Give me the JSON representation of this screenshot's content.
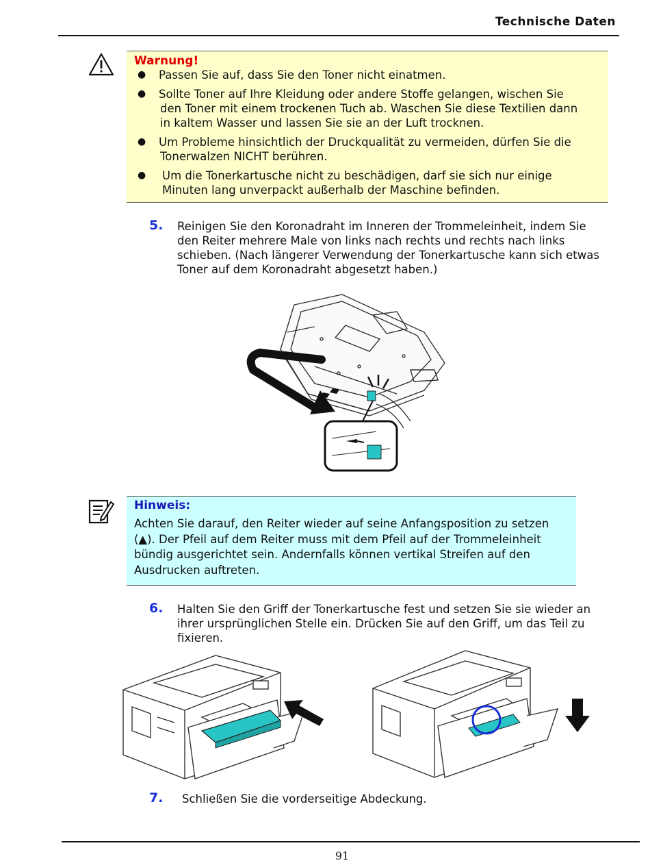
{
  "header": {
    "title": "Technische Daten"
  },
  "warning": {
    "icon": "warning-triangle-icon",
    "heading": "Warnung!",
    "items": [
      {
        "line1": "Passen Sie auf, dass Sie den Toner nicht einatmen."
      },
      {
        "line1": "Sollte Toner auf Ihre Kleidung oder andere Stoffe gelangen, wischen Sie",
        "line2": "den Toner mit einem trockenen Tuch ab. Waschen Sie diese Textilien dann",
        "line3": "in kaltem Wasser und lassen Sie sie an der Luft trocknen."
      },
      {
        "line1": "Um Probleme hinsichtlich der Druckqualität zu vermeiden, dürfen Sie die",
        "line2": "Tonerwalzen NICHT berühren."
      },
      {
        "line1": "Um die Tonerkartusche nicht zu beschädigen, darf sie sich nur einige",
        "line2": "Minuten lang unverpackt außerhalb der Maschine befinden."
      }
    ]
  },
  "step5": {
    "number": "5.",
    "lines": [
      "Reinigen Sie den Koronadraht im Inneren der Trommeleinheit, indem Sie",
      "den Reiter mehrere Male von links nach rechts und rechts nach links",
      "schieben. (Nach längerer Verwendung der Tonerkartusche kann sich etwas",
      "Toner auf dem Koronadraht abgesetzt haben.)"
    ]
  },
  "note": {
    "icon": "note-pencil-icon",
    "heading": "Hinweis:",
    "lines": [
      "Achten Sie darauf, den Reiter wieder auf seine Anfangsposition zu setzen",
      "(▲). Der Pfeil auf dem Reiter muss mit dem Pfeil auf der Trommeleinheit",
      "bündig ausgerichtet sein. Andernfalls können vertikal Streifen auf den",
      "Ausdrucken auftreten."
    ]
  },
  "step6": {
    "number": "6.",
    "lines": [
      "Halten Sie den Griff der Tonerkartusche fest und setzen Sie sie wieder an",
      "ihrer ursprünglichen Stelle ein. Drücken Sie auf den Griff, um das Teil zu",
      "fixieren."
    ]
  },
  "step7": {
    "number": "7.",
    "text": "Schließen Sie die vorderseitige Abdeckung."
  },
  "footer": {
    "page_number": "91"
  },
  "colors": {
    "warning_bg": "#ffffcc",
    "note_bg": "#ccffff",
    "warning_heading": "#e00000",
    "note_heading": "#1a1ab8",
    "step_number": "#1a2fd6",
    "highlight": "#29c4c4"
  }
}
